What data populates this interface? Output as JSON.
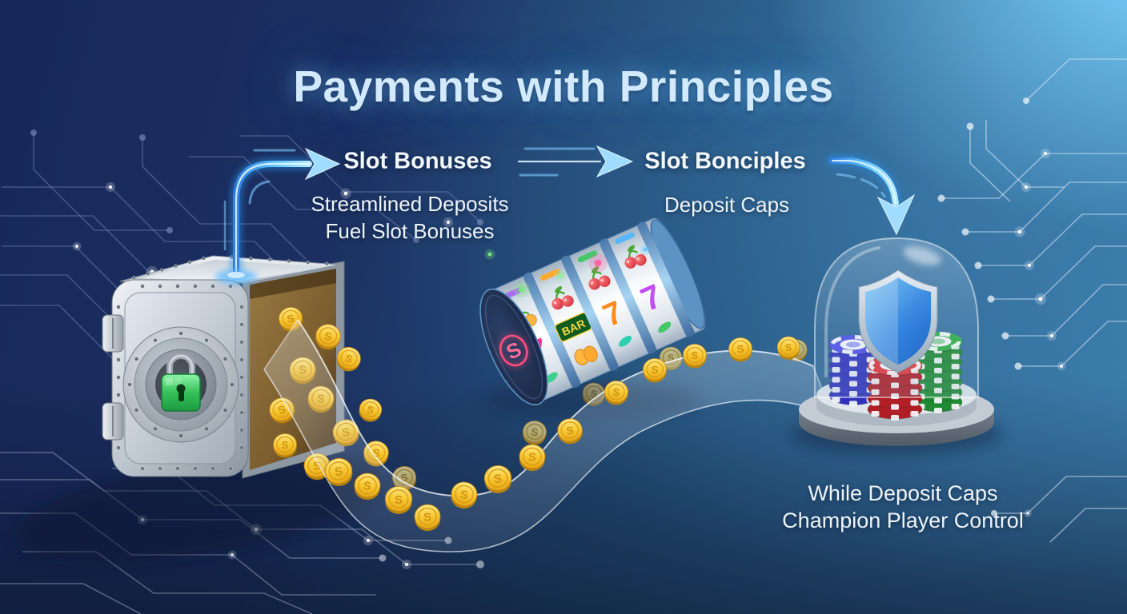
{
  "meta": {
    "alt": "Payments with Principles casino payments infographic"
  },
  "title": "Payments with Principles",
  "flow": {
    "step1_heading": "Slot Bonuses",
    "step1_caption_line1": "Streamlined Deposits",
    "step1_caption_line2": "Fuel Slot Bonuses",
    "step2_heading": "Slot Bonciples",
    "step2_caption": "Deposit Caps",
    "step3_caption_line1": "While Deposit Caps",
    "step3_caption_line2": "Champion Player Control"
  },
  "reel": {
    "bar_label": "BAR",
    "sevens": [
      "7",
      "7",
      "7"
    ],
    "cap_symbol": "S"
  },
  "coins": {
    "symbol": "S"
  },
  "icons": [
    "curved-arrow-icon",
    "right-arrow-icon",
    "down-arrow-icon",
    "vault-safe-icon",
    "padlock-icon",
    "gold-coin-icon",
    "coin-ribbon",
    "slot-reel-icon",
    "shield-icon",
    "poker-chips-icon",
    "glass-dome-icon",
    "circuit-pattern",
    "spark-particle"
  ],
  "colors": {
    "accent_blue": "#45b3ff",
    "navy": "#19285a",
    "steel_blue": "#3a7dab",
    "bright_corner": "#5ec2f3",
    "gold": "#f7c832",
    "shield_blue": "#1f7be0",
    "lock_green": "#3fc163",
    "neon_pink": "#ff4d7e",
    "chip_colors": [
      "blue",
      "red",
      "green"
    ]
  }
}
